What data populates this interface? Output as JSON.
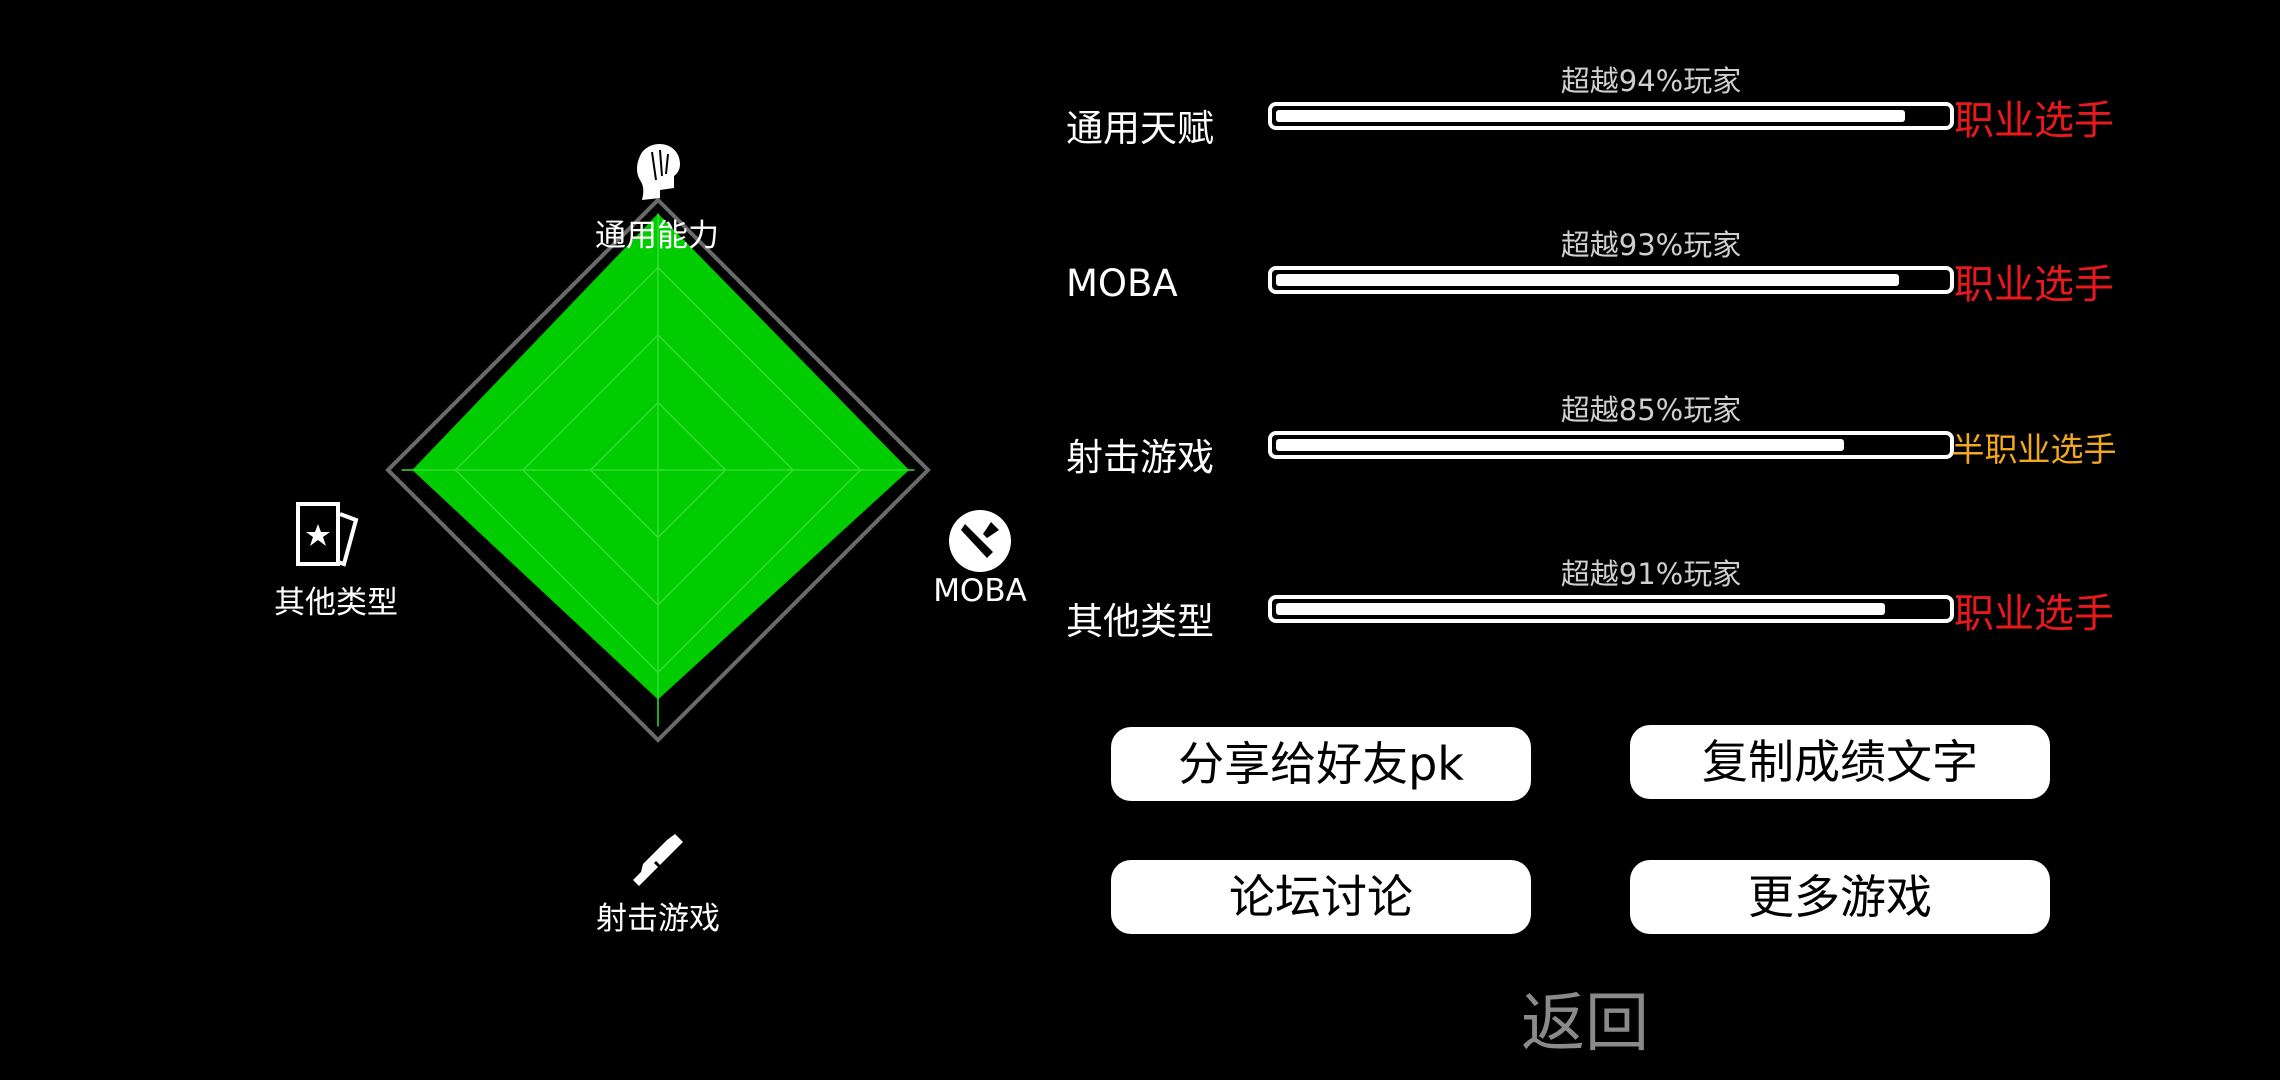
{
  "radar": {
    "axes": [
      {
        "label": "通用能力",
        "icon": "head-icon",
        "value": 0.95
      },
      {
        "label": "MOBA",
        "icon": "moba-icon",
        "value": 0.93
      },
      {
        "label": "射击游戏",
        "icon": "gun-icon",
        "value": 0.85
      },
      {
        "label": "其他类型",
        "icon": "card-icon",
        "value": 0.91
      }
    ],
    "fill_color": "#00cc00",
    "grid_color": "#555555"
  },
  "rows": [
    {
      "label": "通用天赋",
      "sub": "超越94%玩家",
      "progress": 0.94,
      "rank": "职业选手",
      "rank_color": "#e8191c"
    },
    {
      "label": "MOBA",
      "sub": "超越93%玩家",
      "progress": 0.93,
      "rank": "职业选手",
      "rank_color": "#e8191c"
    },
    {
      "label": "射击游戏",
      "sub": "超越85%玩家",
      "progress": 0.85,
      "rank": "半职业选手",
      "rank_color": "#f2a81d"
    },
    {
      "label": "其他类型",
      "sub": "超越91%玩家",
      "progress": 0.91,
      "rank": "职业选手",
      "rank_color": "#e8191c"
    }
  ],
  "buttons": {
    "share": "分享给好友pk",
    "copy": "复制成绩文字",
    "forum": "论坛讨论",
    "more": "更多游戏"
  },
  "back": "返回"
}
